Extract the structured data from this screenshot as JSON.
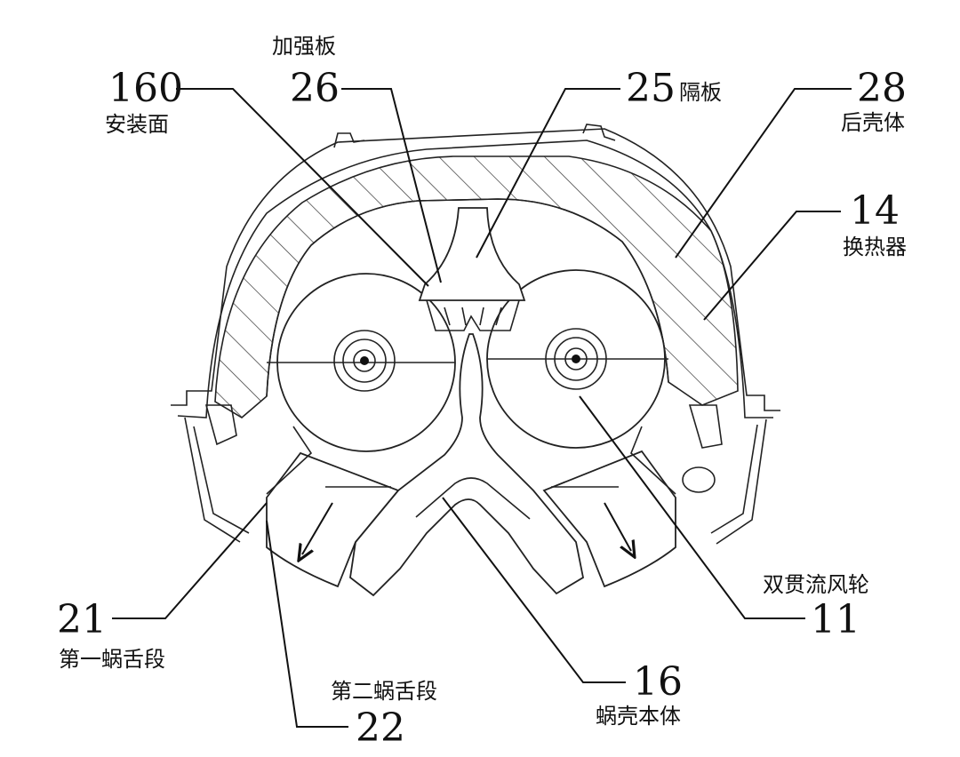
{
  "figure": {
    "labels": [
      {
        "id": "160",
        "number": "160",
        "text": "安装面"
      },
      {
        "id": "26",
        "number": "26",
        "text": "加强板"
      },
      {
        "id": "25",
        "number": "25",
        "text": "隔板"
      },
      {
        "id": "28",
        "number": "28",
        "text": "后壳体"
      },
      {
        "id": "14",
        "number": "14",
        "text": "换热器"
      },
      {
        "id": "11",
        "number": "11",
        "text": "双贯流风轮"
      },
      {
        "id": "21",
        "number": "21",
        "text": "第一蜗舌段"
      },
      {
        "id": "22",
        "number": "22",
        "text": "第二蜗舌段"
      },
      {
        "id": "16",
        "number": "16",
        "text": "蜗壳本体"
      }
    ]
  },
  "icons": {
    "left_airflow": "arrow-down-left-icon",
    "right_airflow": "arrow-down-right-icon"
  }
}
